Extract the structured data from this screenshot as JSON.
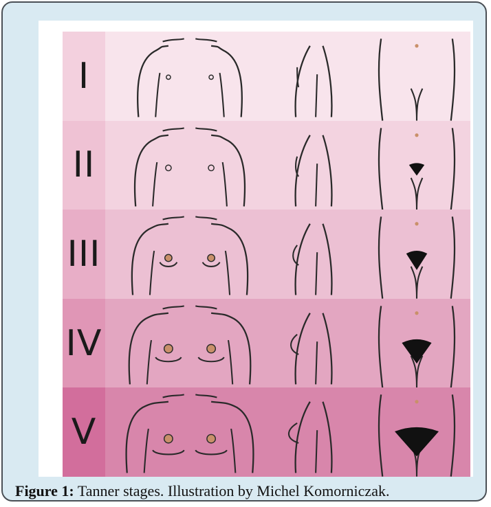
{
  "figure": {
    "caption_label": "Figure 1:",
    "caption_text": " Tanner stages. Illustration by Michel Komorniczak."
  },
  "stages": [
    {
      "label": "I",
      "bg": "#f8e4ec",
      "label_bg": "#f3d0de",
      "breast_level": 0,
      "hair_level": 0
    },
    {
      "label": "II",
      "bg": "#f3d3e0",
      "label_bg": "#efc2d4",
      "breast_level": 1,
      "hair_level": 1
    },
    {
      "label": "III",
      "bg": "#ecc0d3",
      "label_bg": "#e8aec7",
      "breast_level": 2,
      "hair_level": 2
    },
    {
      "label": "IV",
      "bg": "#e3a6c1",
      "label_bg": "#e096b6",
      "breast_level": 3,
      "hair_level": 3
    },
    {
      "label": "V",
      "bg": "#d886ab",
      "label_bg": "#d26e9c",
      "breast_level": 4,
      "hair_level": 4
    }
  ],
  "colors": {
    "skin": "#fbe0cc",
    "outline": "#2a2a2a",
    "areola": "#c9906a",
    "hair": "#111111"
  }
}
